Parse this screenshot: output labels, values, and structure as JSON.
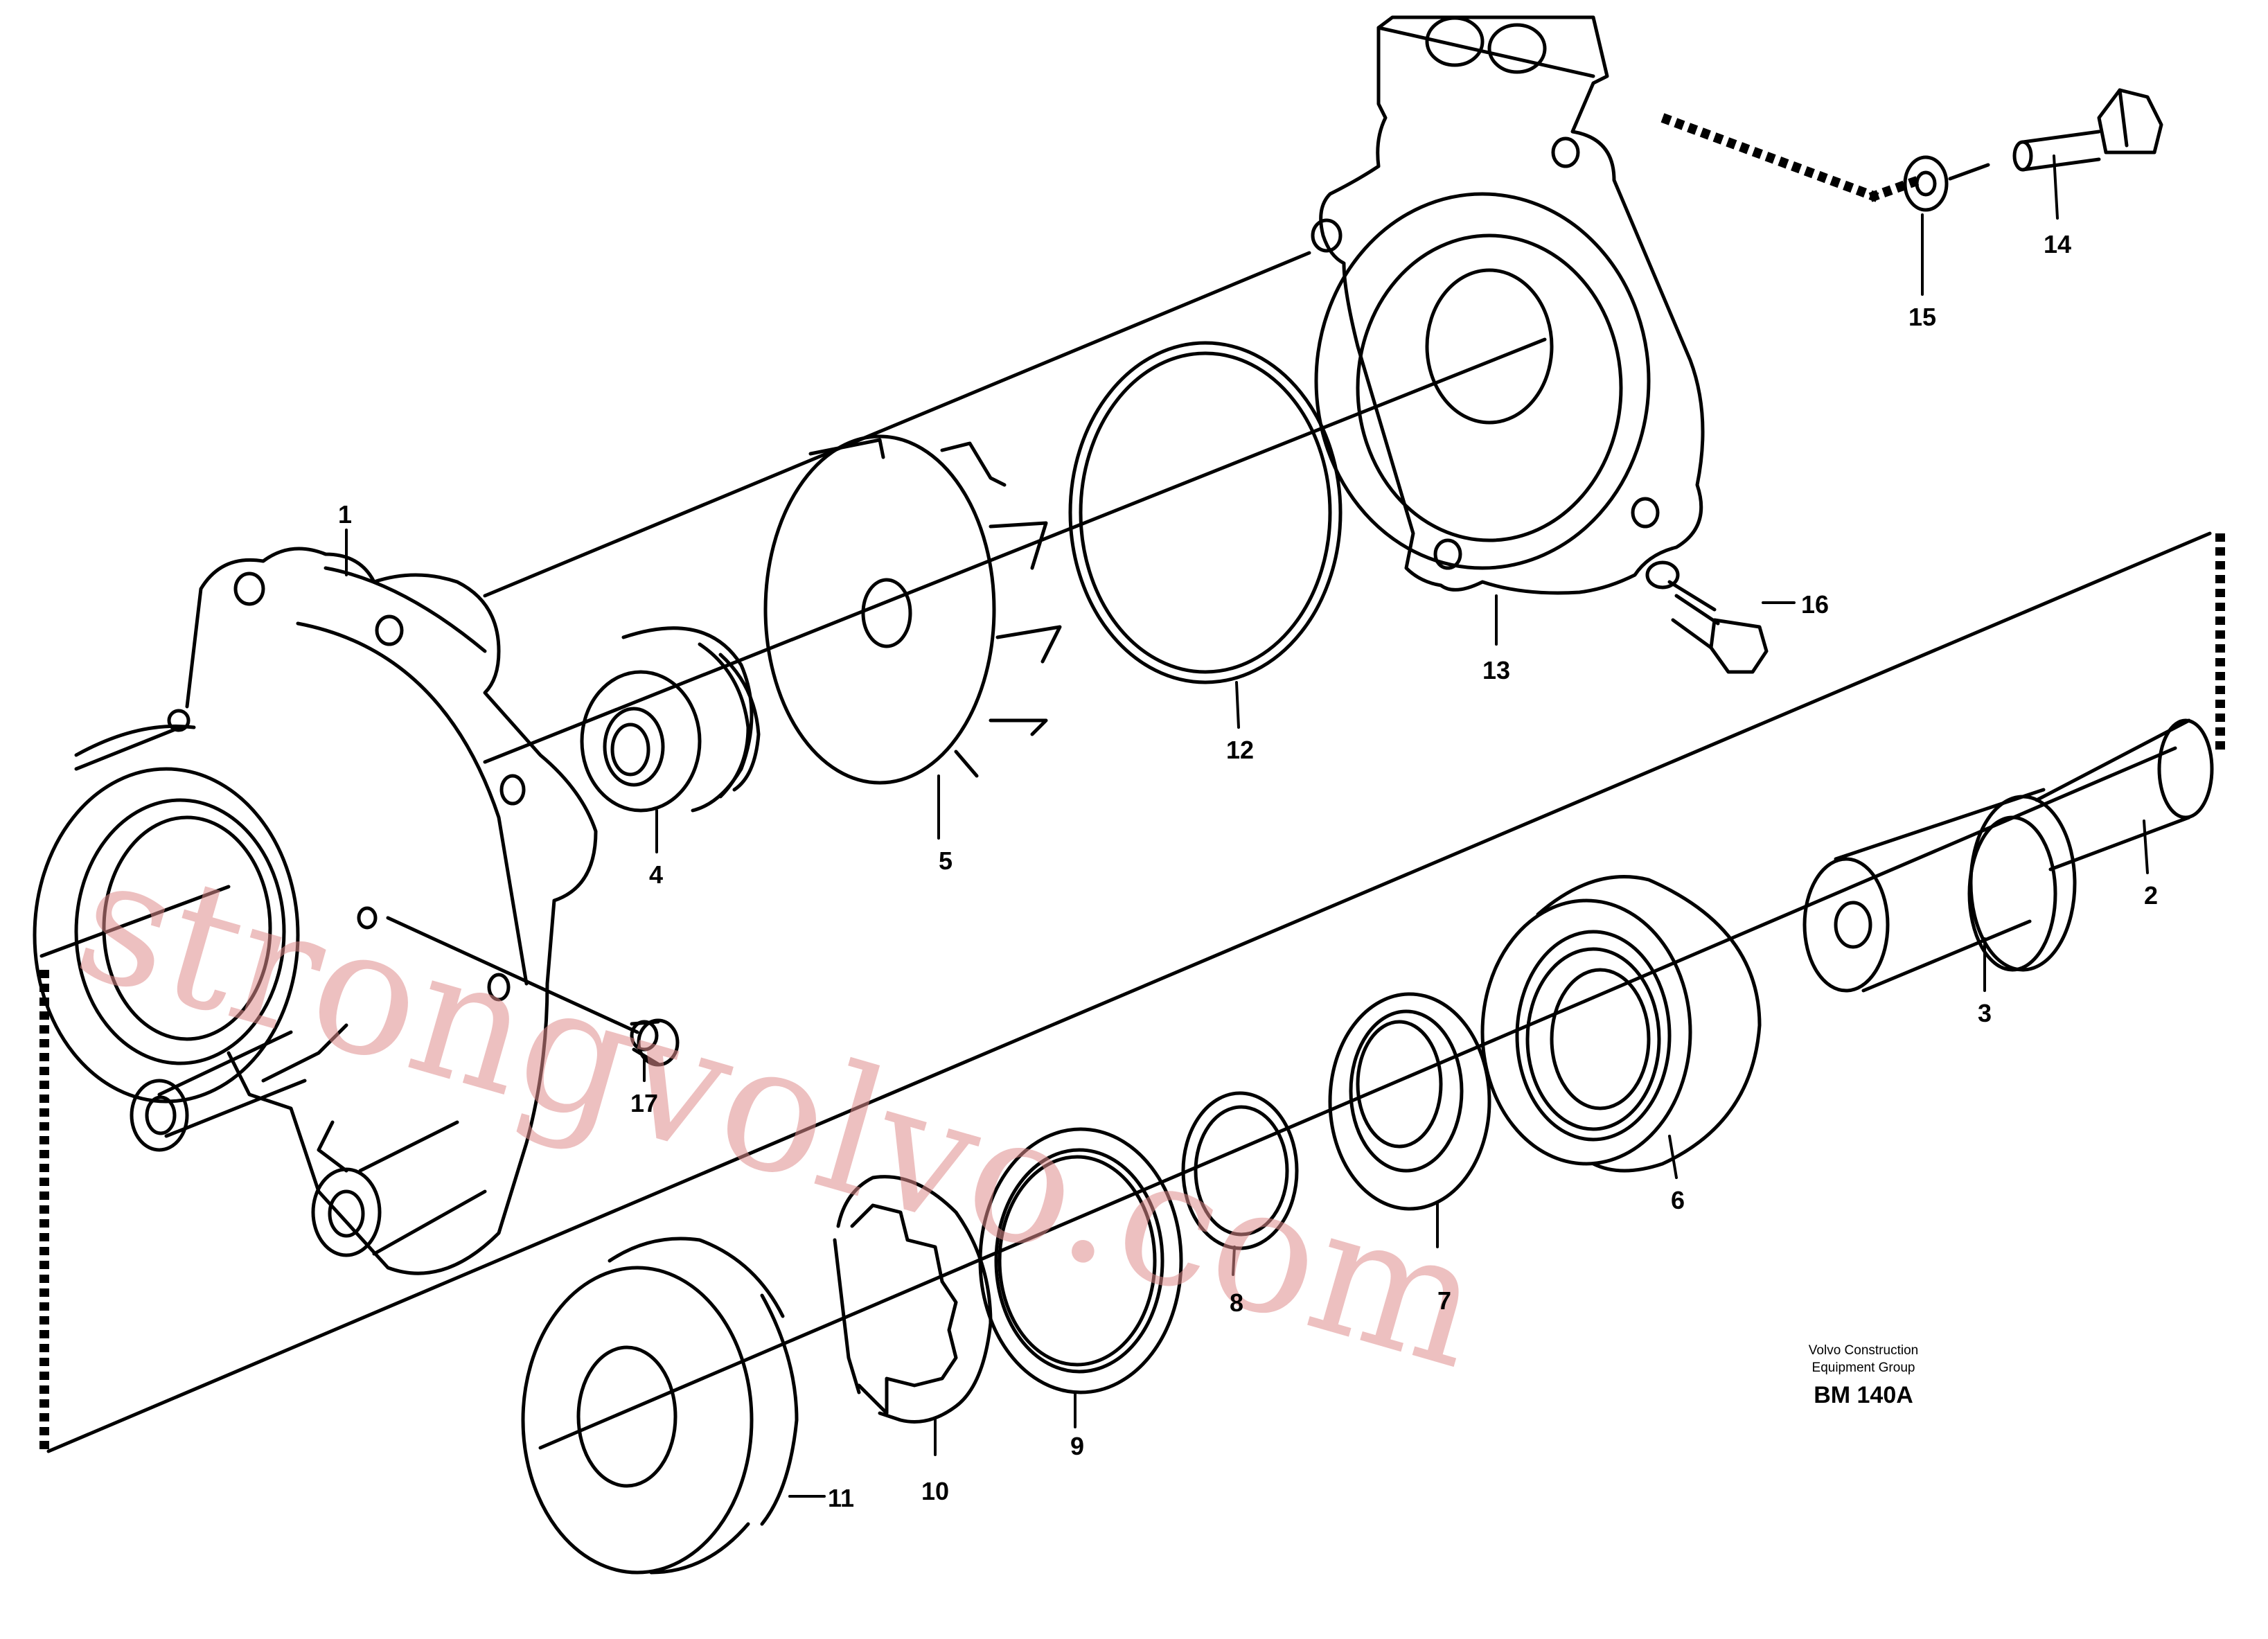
{
  "watermark": "strongvolvo.com",
  "credit": {
    "line1": "Volvo Construction",
    "line2": "Equipment Group",
    "code": "BM 140A"
  },
  "labels": {
    "p1": "1",
    "p2": "2",
    "p3": "3",
    "p4": "4",
    "p5": "5",
    "p6": "6",
    "p7": "7",
    "p8": "8",
    "p9": "9",
    "p10": "10",
    "p11": "11",
    "p12": "12",
    "p13": "13",
    "p14": "14",
    "p15": "15",
    "p16": "16",
    "p17": "17"
  },
  "colors": {
    "line": "#000000",
    "watermark": "#e08d8d",
    "background": "#ffffff"
  }
}
